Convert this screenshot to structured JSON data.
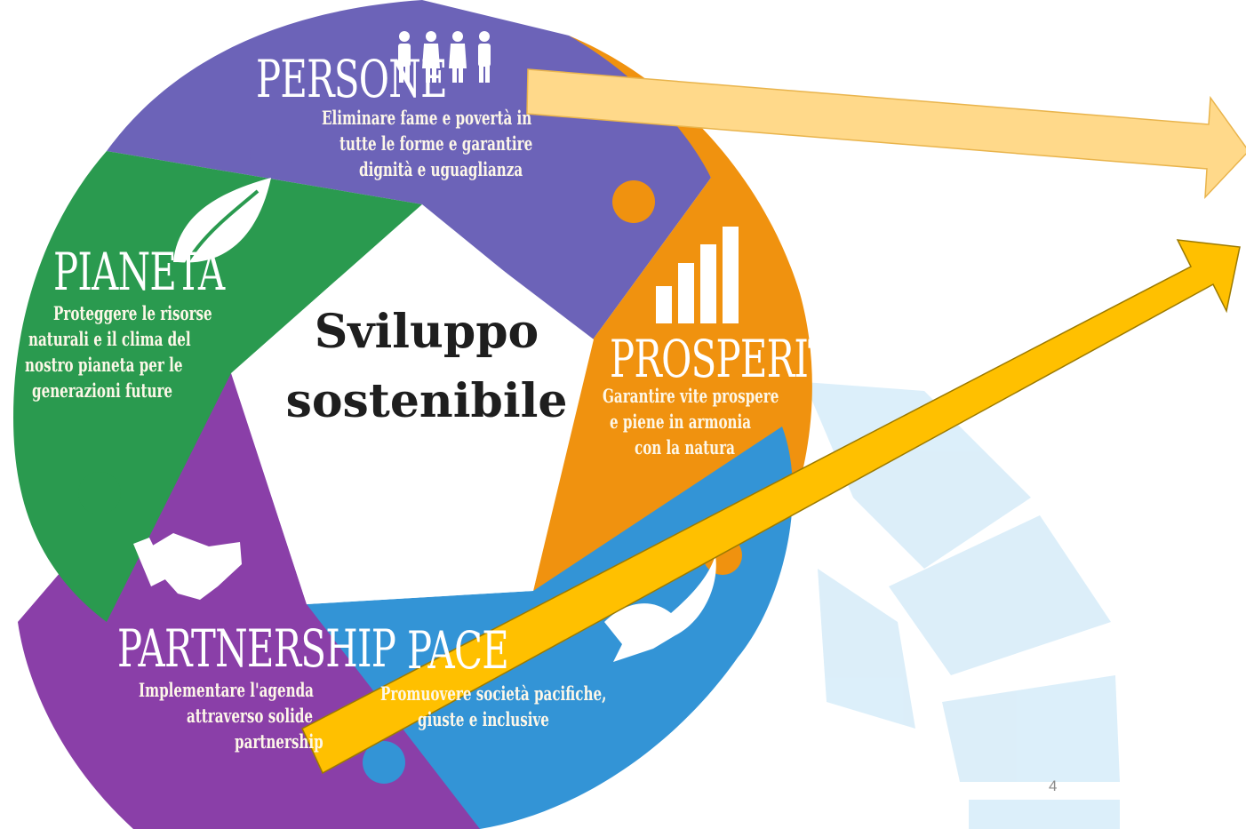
{
  "center": {
    "line1": "Sviluppo",
    "line2": "sostenibile"
  },
  "sections": {
    "persone": {
      "title": "Persone",
      "desc": [
        "Eliminare fame e povertà in",
        "tutte le forme e garantire",
        "dignità e uguaglianza"
      ],
      "color": "#6c63b8"
    },
    "prosperita": {
      "title": "Prosperità",
      "desc": [
        "Garantire vite prospere",
        "e piene in armonia",
        "con la natura"
      ],
      "color": "#f0920f"
    },
    "pace": {
      "title": "Pace",
      "desc": [
        "Promuovere società pacifiche,",
        "giuste e inclusive"
      ],
      "color": "#3394d6"
    },
    "partnership": {
      "title": "Partnership",
      "desc": [
        "Implementare l'agenda",
        "attraverso solide",
        "partnership"
      ],
      "color": "#8a3fa8"
    },
    "pianeta": {
      "title": "Pianeta",
      "desc": [
        "Proteggere le risorse",
        "naturali e il clima del",
        "nostro pianeta per le",
        "generazioni future"
      ],
      "color": "#2a9a4f"
    }
  },
  "arrows": {
    "top_color": "#ffd98a",
    "bottom_color": "#ffc000"
  },
  "page_number": "4",
  "icons": [
    "people-icon",
    "leaf-icon",
    "bar-chart-icon",
    "handshake-icon",
    "dove-icon"
  ]
}
